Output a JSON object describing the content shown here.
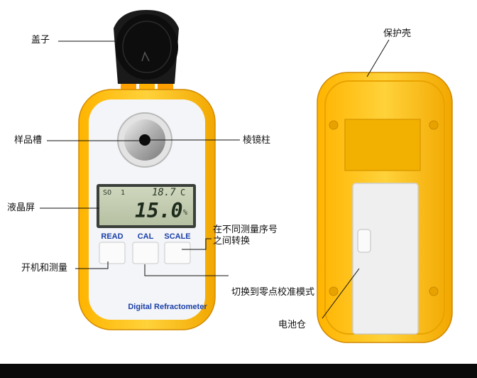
{
  "labels": {
    "cap": "盖子",
    "sample_groove": "样品槽",
    "lcd_screen": "液晶屏",
    "power_measure": "开机和测量",
    "prism_column": "棱镜柱",
    "scale_switch": "在不同测量序号之间转换",
    "zero_calibration": "切换到零点校准模式",
    "protective_shell": "保护壳",
    "battery_compartment": "电池仓"
  },
  "device": {
    "brand": "Digital Refractometer",
    "buttons": [
      "READ",
      "CAL",
      "SCALE"
    ],
    "display": {
      "indicator": "SO",
      "mode": "1",
      "temperature": "18.7",
      "temperature_unit": "C",
      "reading": "15.0",
      "reading_unit": "%"
    }
  },
  "colors": {
    "shell_yellow": "#ffc20e",
    "shell_dark": "#e29a00",
    "face_white": "#f4f5f8",
    "cap_black": "#151515",
    "lcd_green": "#c4cdb2",
    "brand_blue": "#1a3fa8"
  }
}
